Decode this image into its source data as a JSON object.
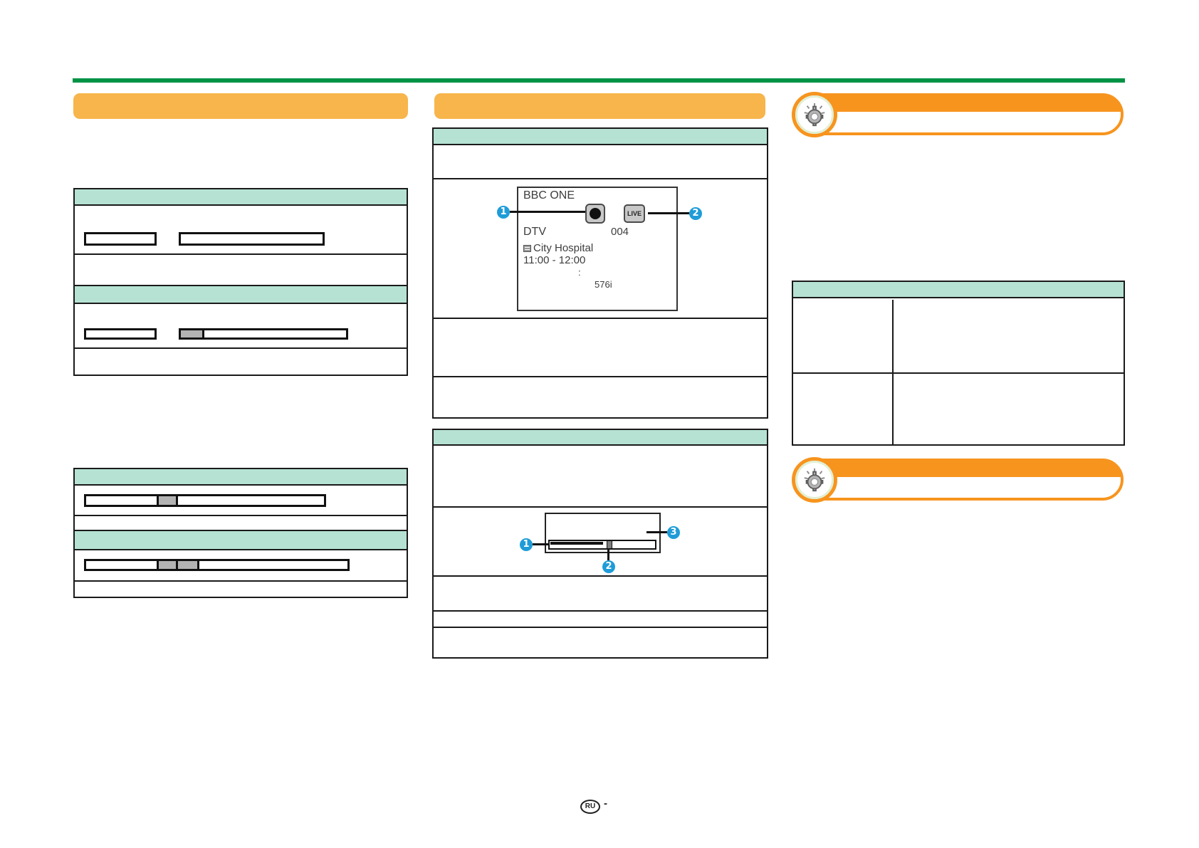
{
  "page": {
    "kind": "tv-operation-manual-page",
    "accent_colors": {
      "rule_green": "#009245",
      "section_header_orange": "#F7B54C",
      "hint_pill_orange": "#F7941E",
      "table_header_mint": "#B5E2D3",
      "callout_blue": "#1F9CD8",
      "placeholder_gray": "#B3B3B3"
    }
  },
  "channel_banner": {
    "channel_name": "BBC ONE",
    "broadcast_type": "DTV",
    "channel_number": "004",
    "program_title": "City Hospital",
    "time_range": "11:00 - 12:00",
    "separator_colon": ":",
    "resolution": "576i",
    "live_badge_label": "LIVE",
    "icons": [
      "record-icon",
      "live-badge",
      "subtitle-icon"
    ]
  },
  "progress_diagram": {
    "icons": [
      "progress-bar",
      "position-cursor"
    ]
  },
  "callouts": {
    "n1": "1",
    "n2": "2",
    "n3": "3"
  },
  "hint_boxes": [
    {
      "icon": "lightbulb-icon"
    },
    {
      "icon": "lightbulb-icon"
    }
  ],
  "footer": {
    "region_mark": "RU",
    "page_dash": "-"
  }
}
